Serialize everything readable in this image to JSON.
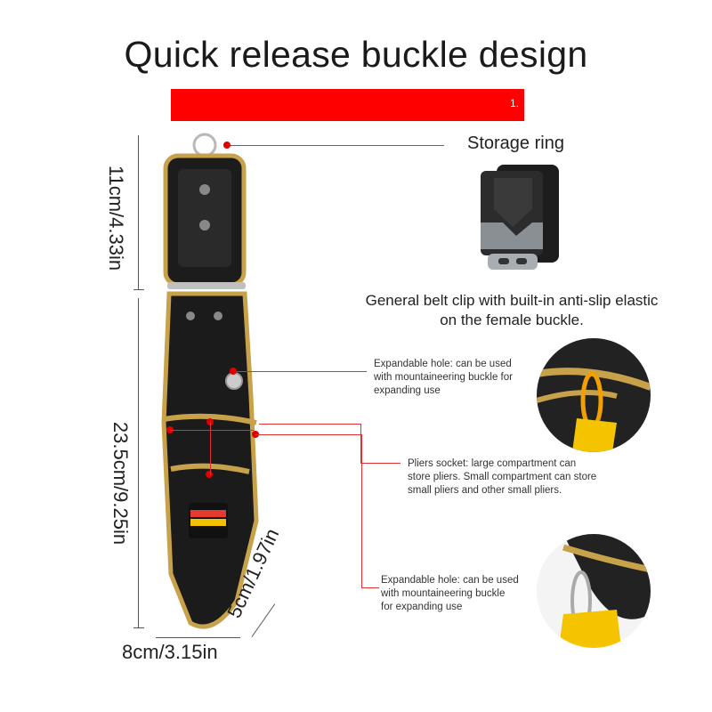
{
  "title": "Quick release buckle design",
  "banner": {
    "text": "1.",
    "color": "#ff0000"
  },
  "labels": {
    "storage_ring": "Storage ring",
    "belt_clip": "General belt clip with built-in anti-slip elastic on the female buckle.",
    "expandable_hole_1": "Expandable hole: can be used with mountaineering buckle for expanding use",
    "pliers_socket": "Pliers socket: large compartment can store pliers. Small compartment can store small pliers and other small pliers.",
    "expandable_hole_2": "Expandable hole: can be used with mountaineering buckle for expanding use"
  },
  "dimensions": {
    "top_height": "11cm/4.33in",
    "body_height": "23.5cm/9.25in",
    "width": "8cm/3.15in",
    "depth": "5cm/1.97in"
  },
  "colors": {
    "accent": "#e00000",
    "trim": "#c8a24a",
    "body": "#1b1b1b"
  }
}
